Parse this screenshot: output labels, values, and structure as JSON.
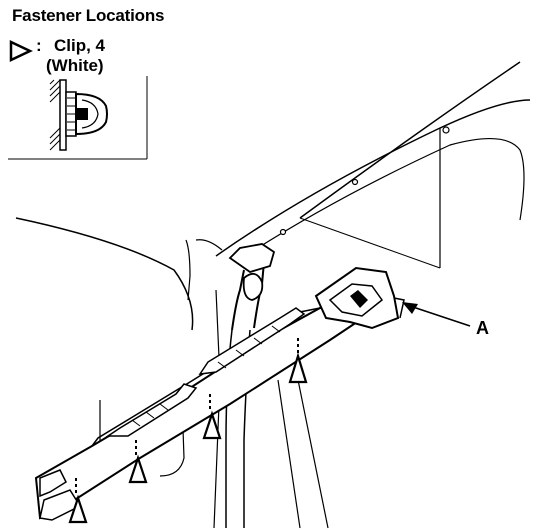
{
  "header": {
    "title": "Fastener Locations"
  },
  "legend": {
    "symbol": "triangle-clip-marker",
    "separator": ":",
    "line1": "Clip, 4",
    "line2": "(White)"
  },
  "callouts": {
    "a_label": "A"
  },
  "colors": {
    "ink": "#000000",
    "paper": "#ffffff"
  }
}
